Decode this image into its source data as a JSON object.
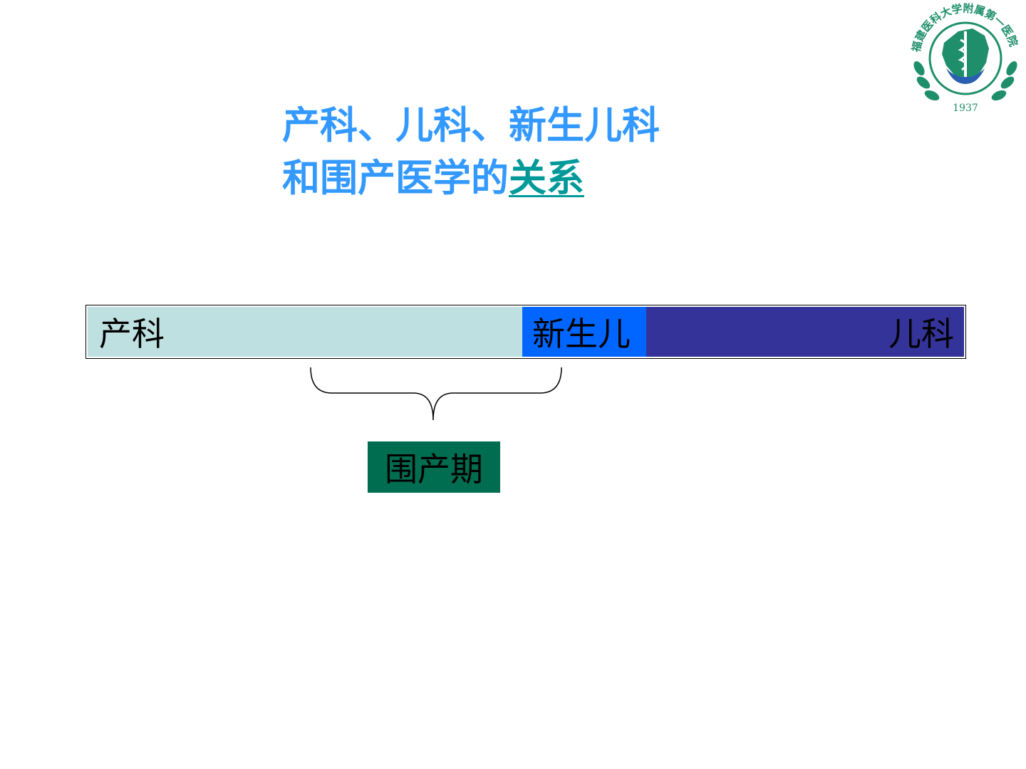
{
  "logo": {
    "name_cn": "福建医科大学附属第一医院",
    "year": "1937",
    "colors": {
      "primary": "#1f8f6b",
      "hands": "#2b5fb0"
    }
  },
  "title": {
    "line1": "产科、儿科、新生儿科",
    "line2_prefix": "和围产医学的",
    "line2_link": "关系",
    "color": "#3399ff",
    "link_color": "#009999"
  },
  "bar": {
    "segments": [
      {
        "label": "产科",
        "color": "#bfe0e0"
      },
      {
        "label": "新生儿",
        "color": "#0066ff"
      },
      {
        "label": "儿科",
        "color": "#333399"
      }
    ]
  },
  "perinatal": {
    "label": "围产期",
    "color": "#006c50"
  }
}
